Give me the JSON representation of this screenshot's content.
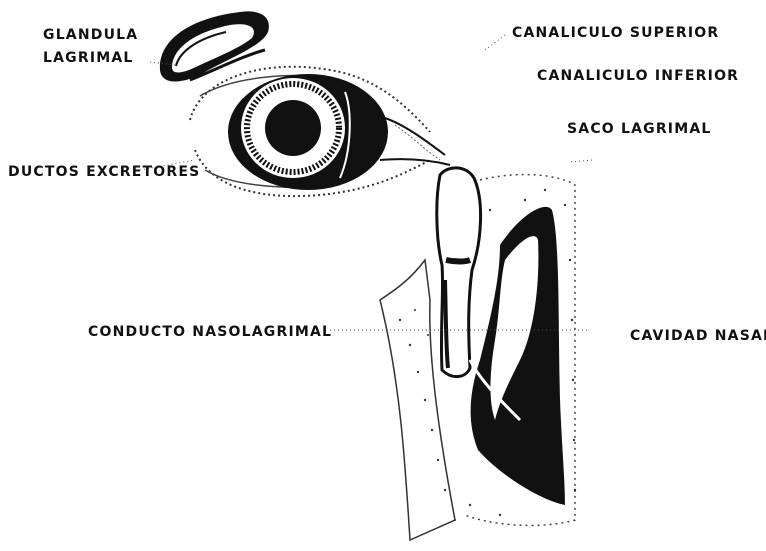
{
  "labels": {
    "glandula_line1": "GLANDULA",
    "glandula_line2": "LAGRIMAL",
    "canaliculo_superior": "CANALICULO SUPERIOR",
    "canaliculo_inferior": "CANALICULO INFERIOR",
    "saco_lagrimal": "SACO LAGRIMAL",
    "ductos_excretores": "DUCTOS EXCRETORES",
    "conducto_nasolagrimal": "CONDUCTO NASOLAGRIMAL",
    "cavidad_nasal": "CAVIDAD NASAL"
  },
  "colors": {
    "ink": "#111111",
    "paper": "#ffffff"
  }
}
